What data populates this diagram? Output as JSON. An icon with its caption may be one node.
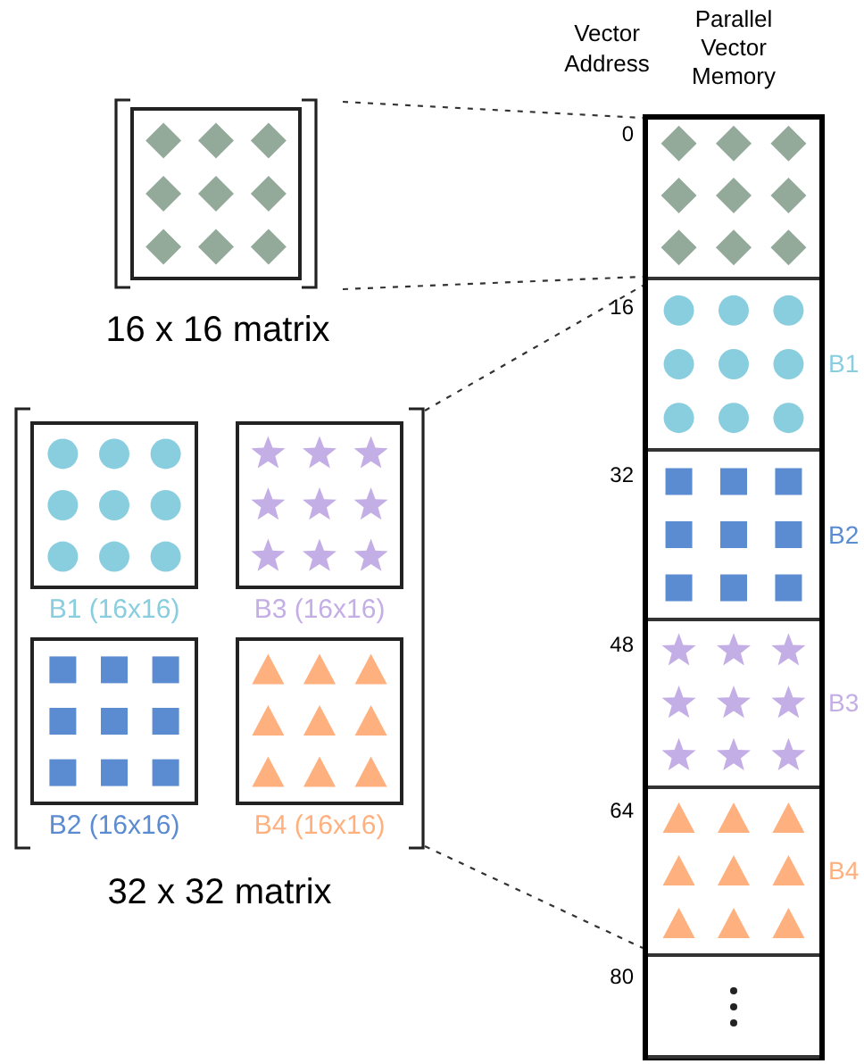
{
  "diagram": {
    "nodes": [
      {
        "text": [
          "16 x 16 matrix"
        ]
      },
      {
        "text": [
          "32 x 32 matrix"
        ]
      },
      {
        "text": [
          "B1 (16x16)"
        ],
        "in": 1
      },
      {
        "text": [
          "B3 (16x16)"
        ],
        "in": 1
      },
      {
        "text": [
          "B2 (16x16)"
        ],
        "in": 1
      },
      {
        "text": [
          "B4 (16x16)"
        ],
        "in": 1
      },
      {
        "text": [
          "Parallel Vector Memory"
        ]
      },
      {
        "text": [],
        "shape": "box",
        "in": 6
      },
      {
        "text": [],
        "shape": "box",
        "in": 6,
        "beside": [
          "B1"
        ]
      },
      {
        "text": [],
        "shape": "box",
        "in": 6,
        "beside": [
          "B2"
        ]
      },
      {
        "text": [],
        "shape": "box",
        "in": 6,
        "beside": [
          "B3"
        ]
      },
      {
        "text": [],
        "shape": "box",
        "in": 6,
        "beside": [
          "B4"
        ]
      },
      {
        "text": [],
        "shape": "box",
        "in": 6
      }
    ],
    "edges": [
      {
        "from": 0,
        "to": 7,
        "arrow": "none",
        "style": "dashed"
      },
      {
        "from": 0,
        "to": 7,
        "arrow": "none",
        "style": "dashed"
      },
      {
        "from": 1,
        "to": 8,
        "arrow": "none",
        "style": "dashed"
      },
      {
        "from": 1,
        "to": 11,
        "arrow": "none",
        "style": "dashed"
      }
    ],
    "labels": [
      "Vector Address",
      "0",
      "16",
      "32",
      "48",
      "64",
      "80"
    ]
  }
}
